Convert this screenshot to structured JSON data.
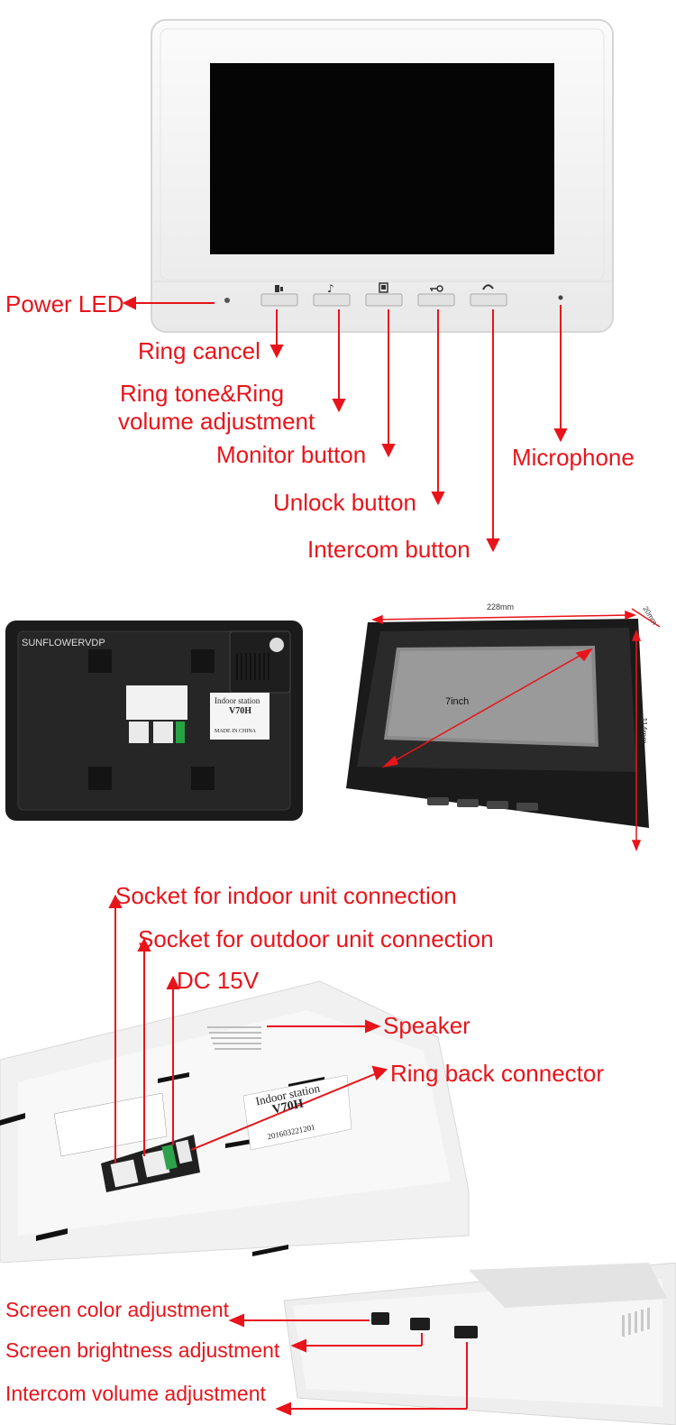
{
  "colors": {
    "label": "#e8141b",
    "device_white": "#f4f4f4",
    "device_black": "#1b1b1b"
  },
  "front_callouts": {
    "power_led": "Power LED",
    "ring_cancel": "Ring cancel",
    "ring_tone_line1": "Ring tone&Ring",
    "ring_tone_line2": "volume adjustment",
    "monitor": "Monitor button",
    "unlock": "Unlock button",
    "intercom": "Intercom button",
    "microphone": "Microphone"
  },
  "back_view": {
    "brand": "SUNFLOWERVDP",
    "label_line1": "Indoor station",
    "label_line2": "V70H",
    "label_line3": "MADE IN CHINA"
  },
  "dimensions": {
    "width": "228mm",
    "depth": "20mm",
    "height": "114mm",
    "diagonal": "7inch"
  },
  "connection_callouts": {
    "indoor_socket": "Socket for indoor unit connection",
    "outdoor_socket": "Socket for outdoor unit connection",
    "dc": "DC 15V",
    "speaker": "Speaker",
    "ring_back": "Ring back connector",
    "sticker_line1": "Indoor station",
    "sticker_line2": "V70H",
    "sticker_line3": "201603221201"
  },
  "side_callouts": {
    "color": "Screen color adjustment",
    "brightness": "Screen brightness adjustment",
    "volume": "Intercom volume adjustment"
  },
  "icons": [
    "ring-cancel-icon",
    "music-note-icon",
    "monitor-icon",
    "key-icon",
    "handset-icon"
  ]
}
